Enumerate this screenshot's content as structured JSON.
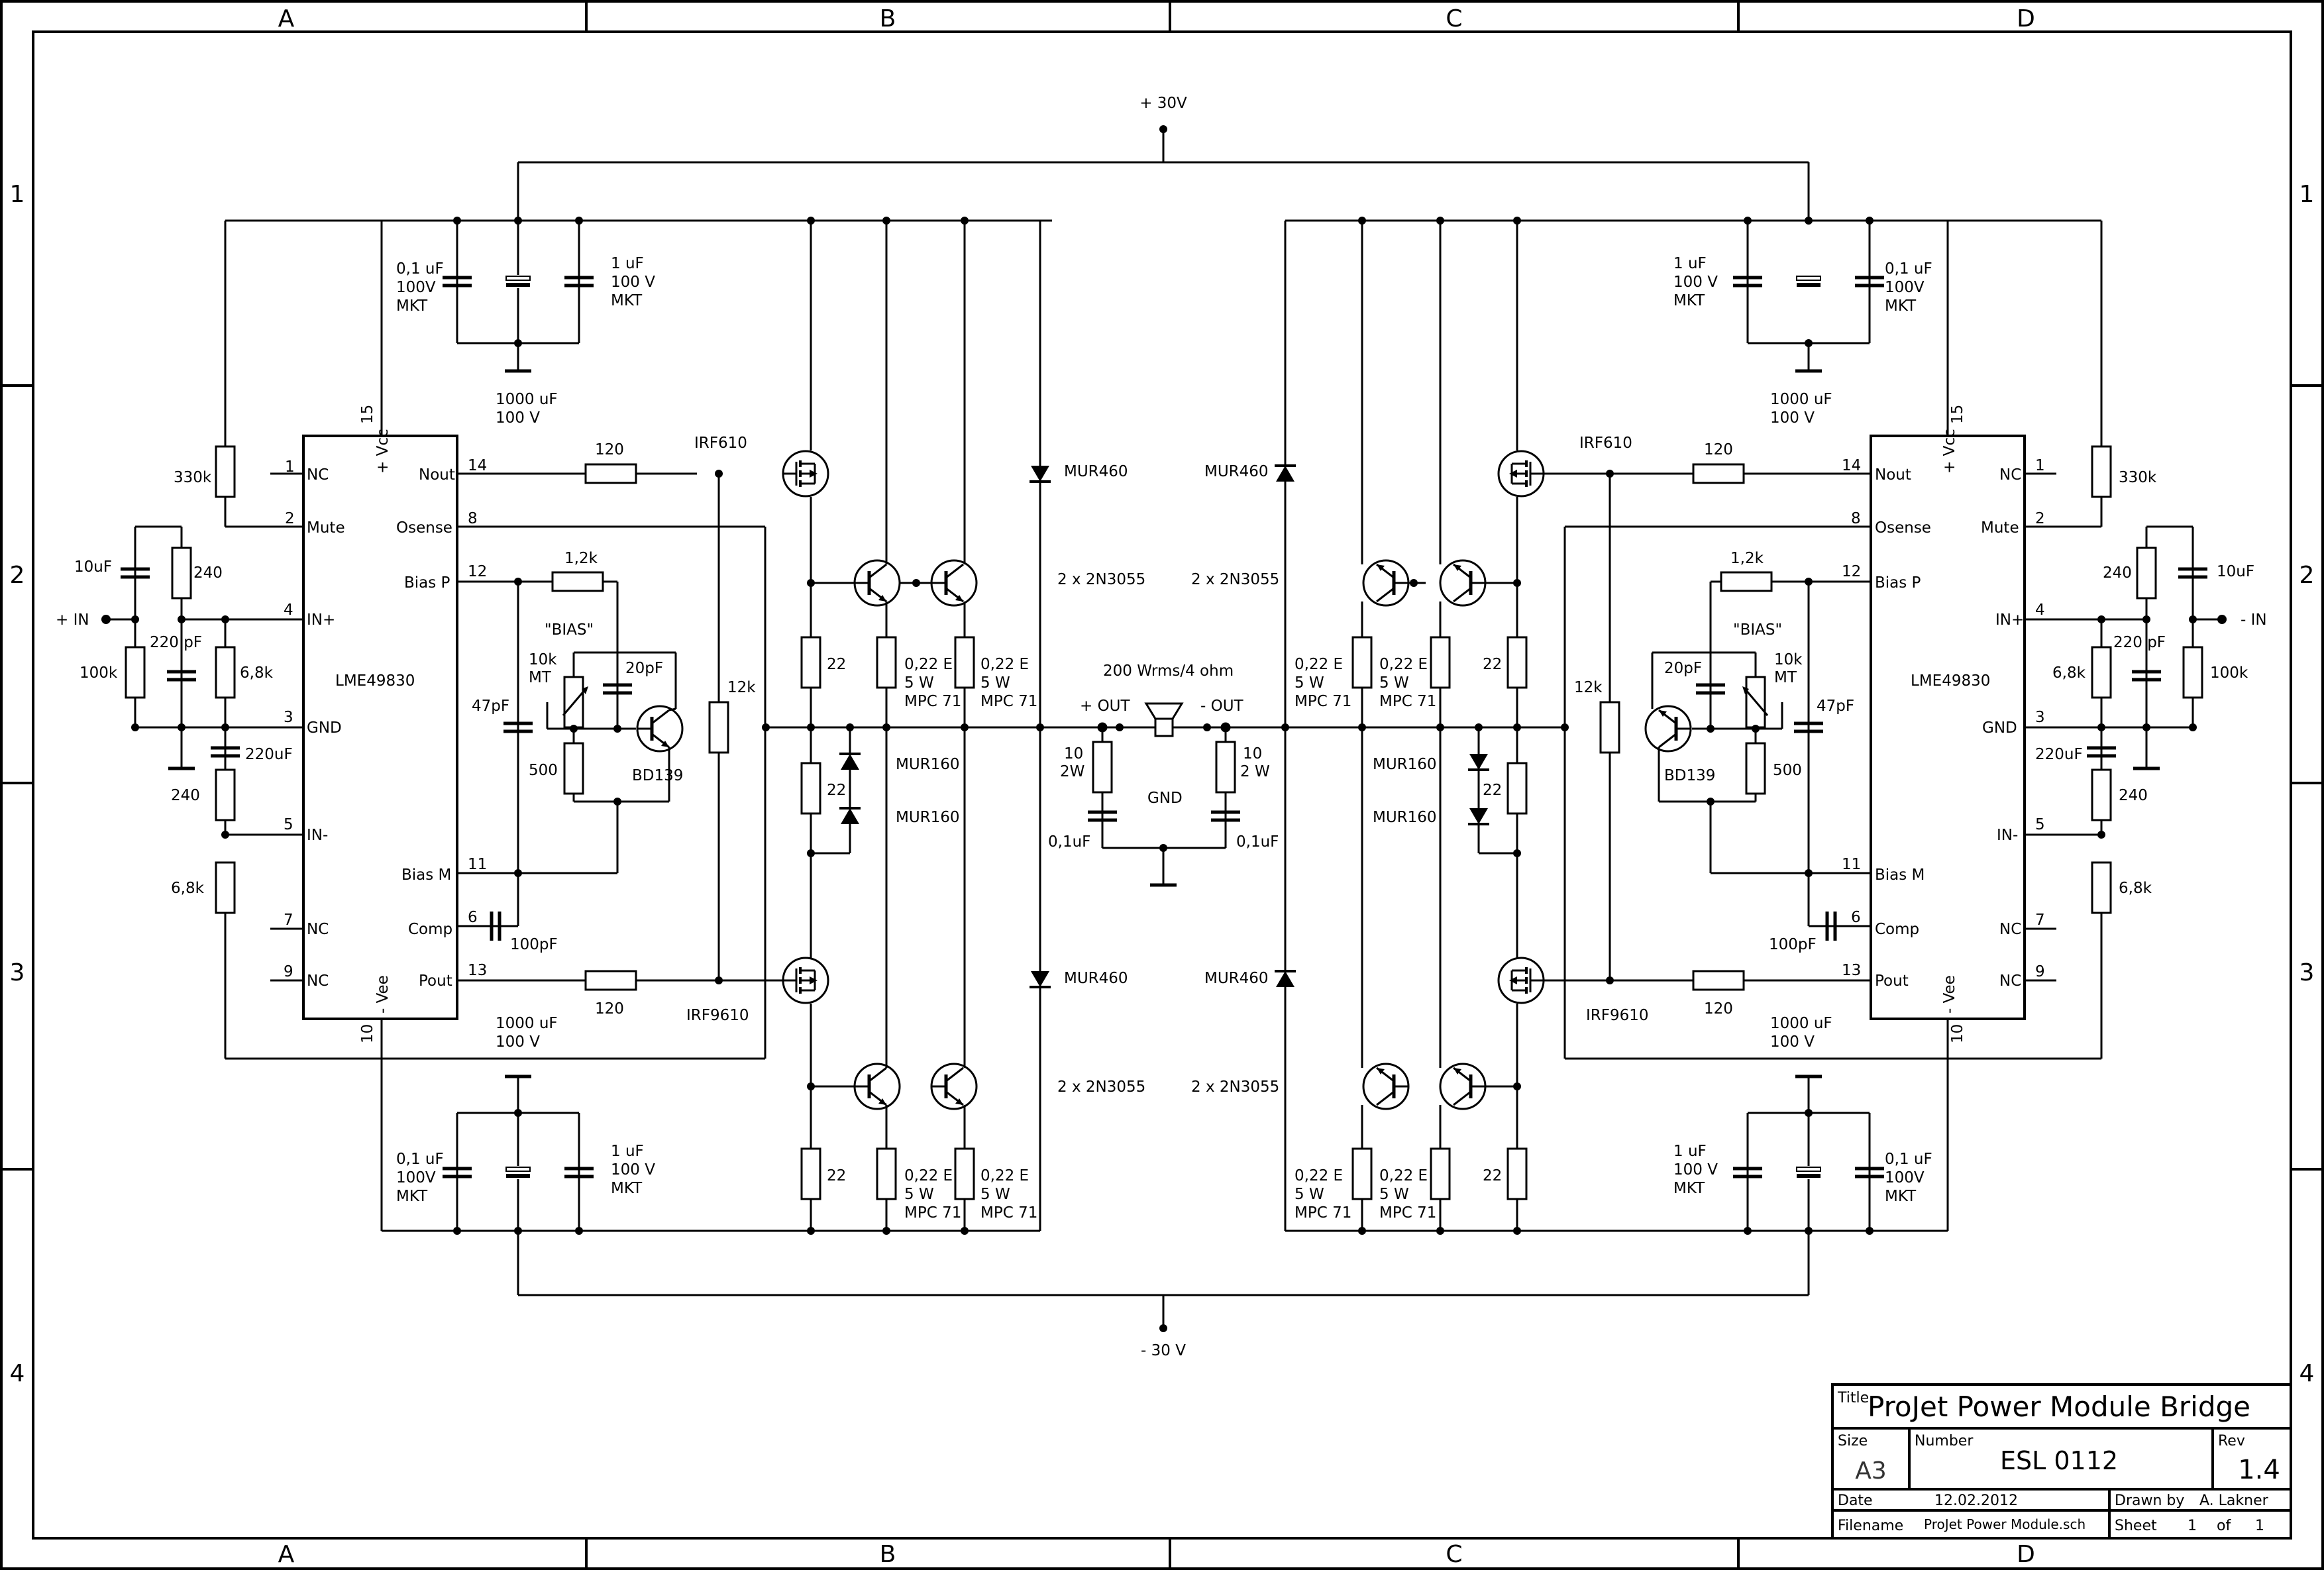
{
  "border": {
    "columns": [
      "A",
      "B",
      "C",
      "D"
    ],
    "rows": [
      "1",
      "2",
      "3",
      "4"
    ]
  },
  "rails": {
    "positive": "+ 30V",
    "negative": "- 30 V"
  },
  "left": {
    "ic_name": "LME49830",
    "pins": {
      "nc1": "NC",
      "nc1_num": "1",
      "mute": "Mute",
      "mute_num": "2",
      "inp": "IN+",
      "inp_num": "4",
      "gnd": "GND",
      "gnd_num": "3",
      "inm": "IN-",
      "inm_num": "5",
      "nc7": "NC",
      "nc7_num": "7",
      "nc9": "NC",
      "nc9_num": "9",
      "nout": "Nout",
      "nout_num": "14",
      "osense": "Osense",
      "osense_num": "8",
      "biasp": "Bias P",
      "biasp_num": "12",
      "biasm": "Bias M",
      "biasm_num": "11",
      "comp": "Comp",
      "comp_num": "6",
      "pout": "Pout",
      "pout_num": "13",
      "vcc": "+ Vcc",
      "vcc_num": "15",
      "vee": "- Vee",
      "vee_num": "10"
    },
    "input_label": "+ IN",
    "r330k": "330k",
    "r240": "240",
    "c10uf": "10uF",
    "c220pf": "220 pF",
    "r100k": "100k",
    "r68k_a": "6,8k",
    "c220uf": "220uF",
    "r240b": "240",
    "r68k_b": "6,8k",
    "c01uf_top": [
      "0,1 uF",
      "100V",
      "MKT"
    ],
    "c1000uf_top": [
      "1000 uF",
      "100 V"
    ],
    "c1uf_top": [
      "1 uF",
      "100 V",
      "MKT"
    ],
    "c01uf_bot": [
      "0,1 uF",
      "100V",
      "MKT"
    ],
    "c1000uf_bot": [
      "1000 uF",
      "100 V"
    ],
    "c1uf_bot": [
      "1 uF",
      "100 V",
      "MKT"
    ],
    "r120_top": "120",
    "r120_bot": "120",
    "fet_top": "IRF610",
    "fet_bot": "IRF9610",
    "r12k_bias": "1,2k",
    "bias": "\"BIAS\"",
    "pot": [
      "10k",
      "MT"
    ],
    "c20pf": "20pF",
    "c47pf": "47pF",
    "r500": "500",
    "bd139": "BD139",
    "r12k": "12k",
    "c100pf": "100pF",
    "r22_a": "22",
    "r22_b": "22",
    "r22_c": "22",
    "re_labels": [
      "0,22 E",
      "5 W",
      "MPC 71"
    ],
    "mur160_a": "MUR160",
    "mur160_b": "MUR160",
    "mur460_top": "MUR460",
    "mur460_bot": "MUR460",
    "tr_top": "2 x 2N3055",
    "tr_bot": "2 x 2N3055"
  },
  "right": {
    "ic_name": "LME49830",
    "pins": {
      "nc1": "NC",
      "nc1_num": "1",
      "mute": "Mute",
      "mute_num": "2",
      "inp": "IN+",
      "inp_num": "4",
      "gnd": "GND",
      "gnd_num": "3",
      "inm": "IN-",
      "inm_num": "5",
      "nc7": "NC",
      "nc7_num": "7",
      "nc9": "NC",
      "nc9_num": "9",
      "nout": "Nout",
      "nout_num": "14",
      "osense": "Osense",
      "osense_num": "8",
      "biasp": "Bias P",
      "biasp_num": "12",
      "biasm": "Bias M",
      "biasm_num": "11",
      "comp": "Comp",
      "comp_num": "6",
      "pout": "Pout",
      "pout_num": "13",
      "vcc": "+ Vcc",
      "vcc_num": "15",
      "vee": "- Vee",
      "vee_num": "10"
    },
    "input_label": "- IN",
    "r330k": "330k",
    "r240": "240",
    "c10uf": "10uF",
    "c220pf": "220 pF",
    "r100k": "100k",
    "r68k_a": "6,8k",
    "c220uf": "220uF",
    "r240b": "240",
    "r68k_b": "6,8k",
    "c01uf_top": [
      "0,1 uF",
      "100V",
      "MKT"
    ],
    "c1000uf_top": [
      "1000 uF",
      "100 V"
    ],
    "c1uf_top": [
      "1 uF",
      "100 V",
      "MKT"
    ],
    "c01uf_bot": [
      "0,1 uF",
      "100V",
      "MKT"
    ],
    "c1000uf_bot": [
      "1000 uF",
      "100 V"
    ],
    "c1uf_bot": [
      "1 uF",
      "100 V",
      "MKT"
    ],
    "r120_top": "120",
    "r120_bot": "120",
    "fet_top": "IRF610",
    "fet_bot": "IRF9610",
    "r12k_bias": "1,2k",
    "bias": "\"BIAS\"",
    "pot": [
      "10k",
      "MT"
    ],
    "c20pf": "20pF",
    "c47pf": "47pF",
    "r500": "500",
    "bd139": "BD139",
    "r12k": "12k",
    "c100pf": "100pF",
    "r22_a": "22",
    "r22_b": "22",
    "r22_c": "22",
    "re_labels": [
      "0,22 E",
      "5 W",
      "MPC 71"
    ],
    "mur160_a": "MUR160",
    "mur160_b": "MUR160",
    "mur460_top": "MUR460",
    "mur460_bot": "MUR460",
    "tr_top": "2 x 2N3055",
    "tr_bot": "2 x 2N3055"
  },
  "output": {
    "speaker": "200 Wrms/4 ohm",
    "pos_out": "+ OUT",
    "neg_out": "- OUT",
    "r_left": [
      "10",
      "2W"
    ],
    "r_right": [
      "10",
      "2 W"
    ],
    "c_left": "0,1uF",
    "c_right": "0,1uF",
    "gnd": "GND"
  },
  "title_block": {
    "title_label": "Title",
    "title": "ProJet Power Module Bridge",
    "size_label": "Size",
    "size": "A3",
    "number_label": "Number",
    "number": "ESL 0112",
    "rev_label": "Rev",
    "rev": "1.4",
    "date_label": "Date",
    "date": "12.02.2012",
    "drawn_label": "Drawn by",
    "drawn": "A. Lakner",
    "filename_label": "Filename",
    "filename": "ProJet Power Module.sch",
    "sheet_label": "Sheet",
    "sheet": "1",
    "of_label": "of",
    "of": "1"
  }
}
